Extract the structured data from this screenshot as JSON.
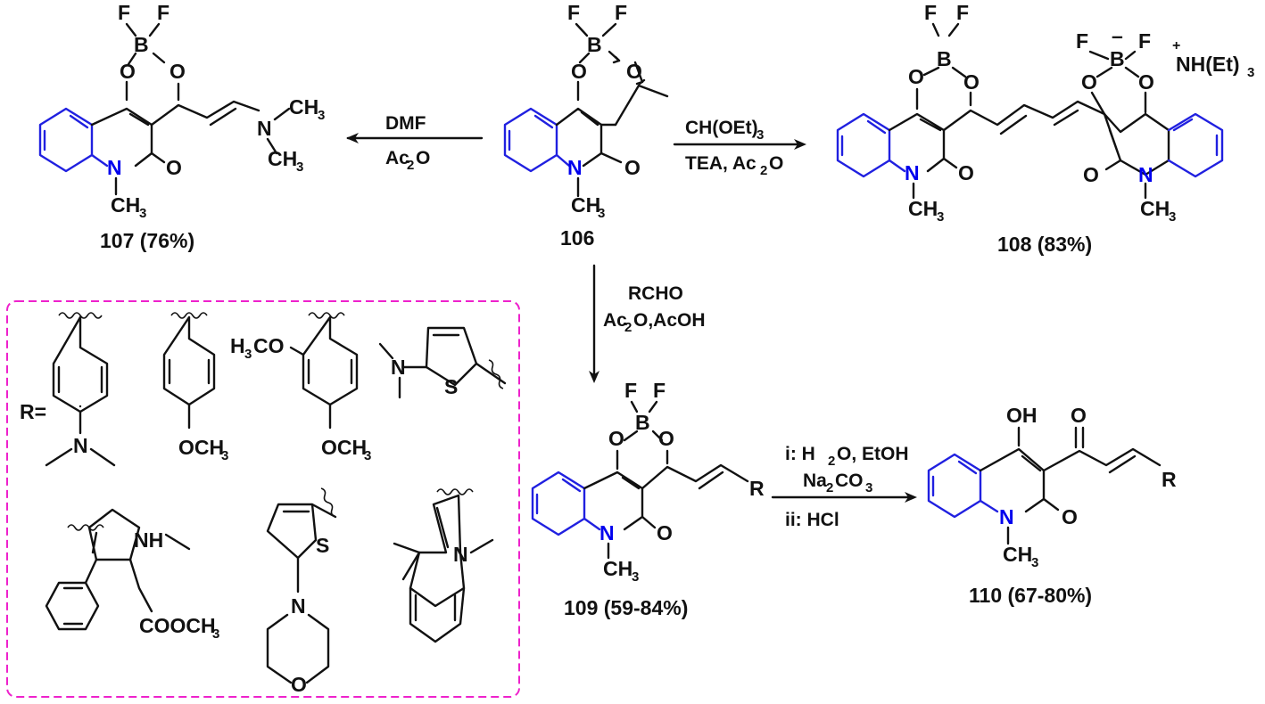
{
  "compounds": {
    "c106": {
      "number": "106"
    },
    "c107": {
      "label": "107 (76%)"
    },
    "c108": {
      "label": "108 (83%)"
    },
    "c109": {
      "label": "109 (59-84%)"
    },
    "c110": {
      "label": "110 (67-80%)"
    }
  },
  "reactions": {
    "to107": {
      "reagent1": "DMF",
      "reagent2": "Ac",
      "sub2": "2",
      "tail2": "O"
    },
    "to108": {
      "reagent1": "CH(OEt)",
      "sub1": "3",
      "reagent2": "TEA, Ac",
      "sub2": "2",
      "tail2": "O"
    },
    "to109": {
      "reagent1": "RCHO",
      "reagent2": "Ac",
      "sub2": "2",
      "tail2": "O,AcOH"
    },
    "to110": {
      "step1": "i: H",
      "step1_sub": "2",
      "step1_tail": "O, EtOH",
      "step1b": "Na",
      "step1b_sub": "2",
      "step1b_mid": "CO",
      "step1b_sub2": "3",
      "step2": "ii: HCl"
    }
  },
  "atoms": {
    "F": "F",
    "B": "B",
    "O": "O",
    "N": "N",
    "S": "S",
    "R": "R",
    "CH": "CH",
    "three": "3",
    "OH": "OH",
    "NH": "NH",
    "minus": "–",
    "plus": "+",
    "NHEt": "NH(Et)",
    "H3CO": "H",
    "H3CO_sub": "3",
    "H3CO_tail": "CO",
    "OCH": "OCH",
    "COOCH": "COOCH"
  },
  "rgroup": {
    "label": "R="
  },
  "colors": {
    "ring_blue": "#2020e0",
    "nitrogen_blue": "#0000ee",
    "box_magenta": "#ee22cc"
  }
}
